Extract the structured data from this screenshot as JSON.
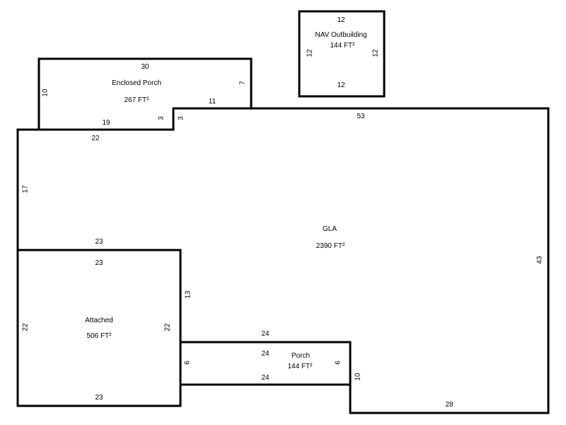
{
  "areas": {
    "gla": {
      "name": "GLA",
      "size": "2390 FT²"
    },
    "attached": {
      "name": "Attached",
      "size": "506 FT²"
    },
    "porch": {
      "name": "Porch",
      "size": "144 FT²"
    },
    "enclosed_porch": {
      "name": "Enclosed Porch",
      "size": "267 FT²"
    },
    "nav_outbuilding": {
      "name": "NAV Outbuilding",
      "size": "144 FT²"
    }
  },
  "dimensions": {
    "gla_top": "53",
    "gla_right": "43",
    "gla_bottom": "28",
    "gla_left_upper": "17",
    "gla_step_top": "22",
    "gla_step_short": "3",
    "gla_attached_top": "23",
    "gla_attached_side": "13",
    "gla_porch_top": "24",
    "gla_porch_right": "10",
    "attached_top": "23",
    "attached_left": "22",
    "attached_right": "22",
    "attached_bottom": "23",
    "porch_top": "24",
    "porch_bottom": "24",
    "porch_left": "6",
    "porch_right": "6",
    "enclosed_top": "30",
    "enclosed_left": "10",
    "enclosed_right": "7",
    "enclosed_bottom": "19",
    "enclosed_step": "3",
    "enclosed_ledge": "11",
    "nav_top": "12",
    "nav_bottom": "12",
    "nav_left": "12",
    "nav_right": "12"
  },
  "colors": {
    "line": "#000000",
    "background": "#ffffff"
  }
}
